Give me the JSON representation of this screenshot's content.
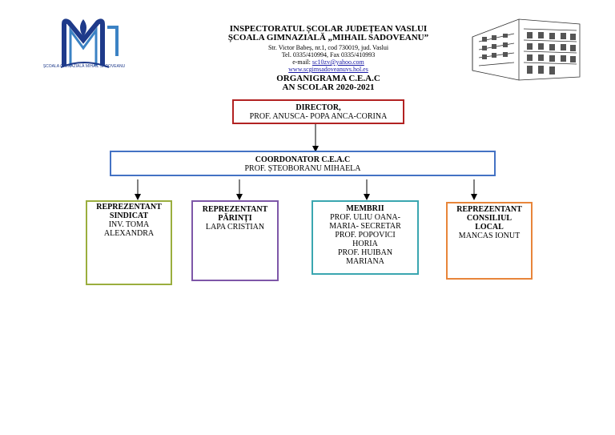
{
  "header": {
    "line1": "INSPECTORATUL ȘCOLAR JUDEȚEAN VASLUI",
    "line2": "ȘCOALA GIMNAZIALĂ „MIHAIL SADOVEANU”",
    "address": "Str. Victor Babeș, nr.1, cod 730019, jud. Vaslui",
    "phone": "Tel. 0335/410994, Fax 0335/410993",
    "email_label": "e-mail: ",
    "email": "sc10zv@yahoo.com",
    "website": "www.scgimsadoveanuvs.hol.es",
    "doc_title": "ORGANIGRAMA C.E.A.C",
    "year": "AN SCOLAR 2020-2021"
  },
  "logo": {
    "caption": "ȘCOALA GIMNAZIALĂ MIHAIL SADOVEANU",
    "color": "#1e3a8a"
  },
  "director": {
    "title": "DIRECTOR,",
    "name": "PROF. ANUSCA- POPA ANCA-CORINA",
    "color": "#b22222"
  },
  "coordinator": {
    "title": "COORDONATOR C.E.A.C",
    "name": "PROF. ȘTEOBORANU MIHAELA",
    "color": "#4472c4"
  },
  "members": [
    {
      "title": "REPREZENTANT SINDICAT",
      "lines": [
        "INV. TOMA",
        "ALEXANDRA"
      ],
      "color": "#9aae3e"
    },
    {
      "title": "REPREZENTANT PĂRINȚI",
      "lines": [
        "LAPA CRISTIAN"
      ],
      "color": "#7e57a8"
    },
    {
      "title": "MEMBRII",
      "lines": [
        "PROF. ULIU OANA-",
        "MARIA- SECRETAR",
        "PROF. POPOVICI",
        "HORIA",
        "PROF. HUIBAN",
        "MARIANA"
      ],
      "color": "#3aa6b0"
    },
    {
      "title": "REPREZENTANT CONSILIUL LOCAL",
      "lines": [
        "MANCAS IONUT"
      ],
      "color": "#e8853a"
    }
  ]
}
